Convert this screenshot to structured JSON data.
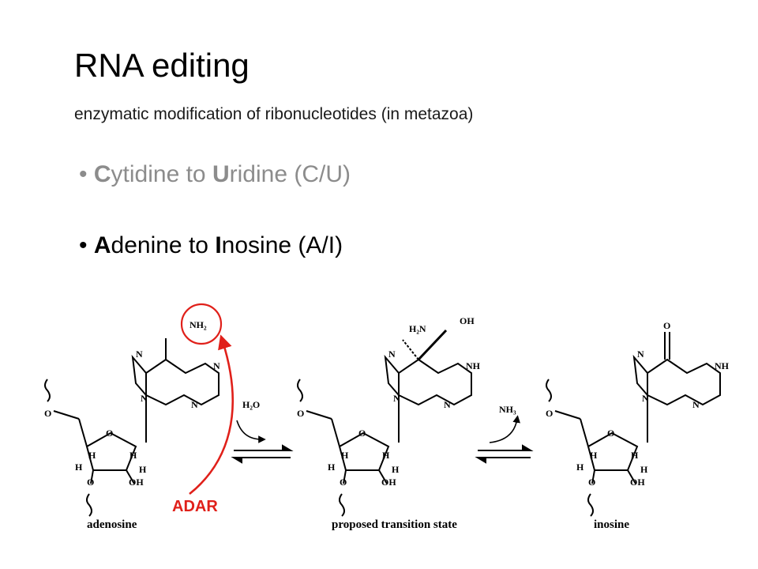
{
  "slide": {
    "title": "RNA editing",
    "subtitle": "enzymatic modification of ribonucleotides (in metazoa)",
    "bullets": [
      {
        "mark": "•",
        "l1": "C",
        "m1": "ytidine to ",
        "l2": "U",
        "m2": "ridine (C/U)",
        "color": "#8c8c8c"
      },
      {
        "mark": "•",
        "l1": "A",
        "m1": "denine to ",
        "l2": "I",
        "m2": "nosine (A/I)",
        "color": "#000000"
      }
    ]
  },
  "diagram": {
    "enzyme_label": "ADAR",
    "reagent_in": "H₂O",
    "reagent_out": "NH₃",
    "molecules": [
      {
        "caption": "adenosine",
        "amine": "NH₂"
      },
      {
        "caption": "proposed transition state",
        "amine": "H₂N",
        "hydroxyl": "OH",
        "ring_nh": "NH"
      },
      {
        "caption": "inosine",
        "carbonyl": "O",
        "ring_nh": "NH"
      }
    ],
    "atoms": {
      "N": "N",
      "O": "O",
      "H": "H",
      "OH": "OH"
    },
    "colors": {
      "highlight": "#e0201a",
      "text": "#000000",
      "muted": "#8c8c8c"
    }
  }
}
